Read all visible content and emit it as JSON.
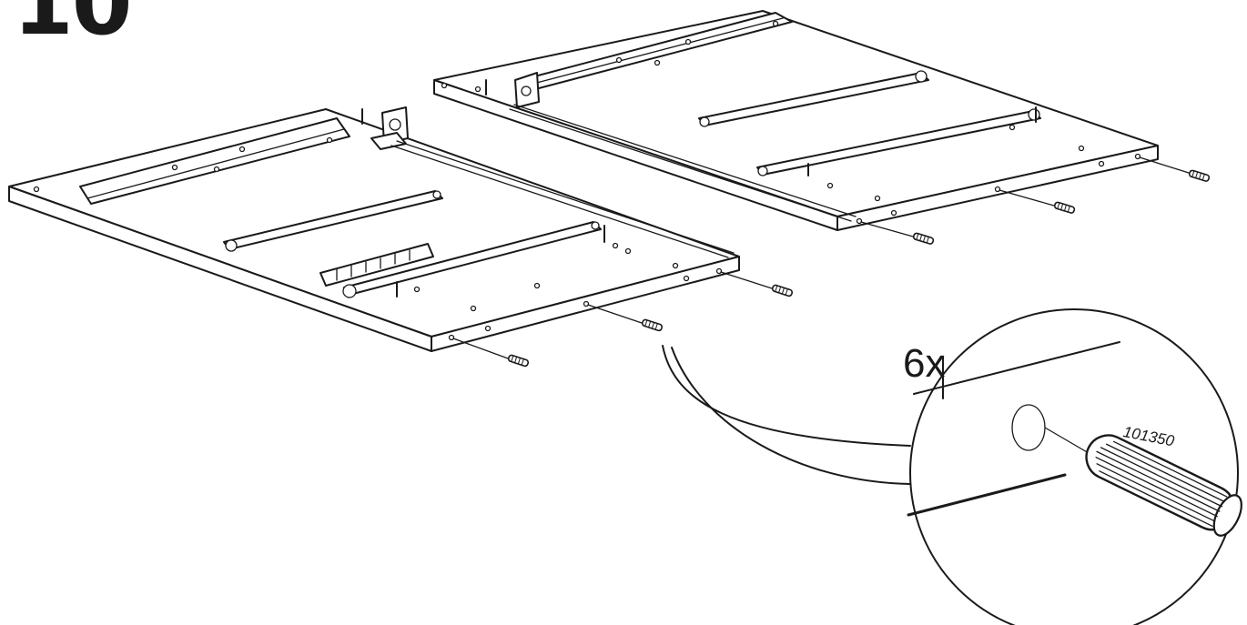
{
  "step": {
    "number": "10"
  },
  "detail": {
    "quantity": "6x",
    "part_number": "101350"
  }
}
